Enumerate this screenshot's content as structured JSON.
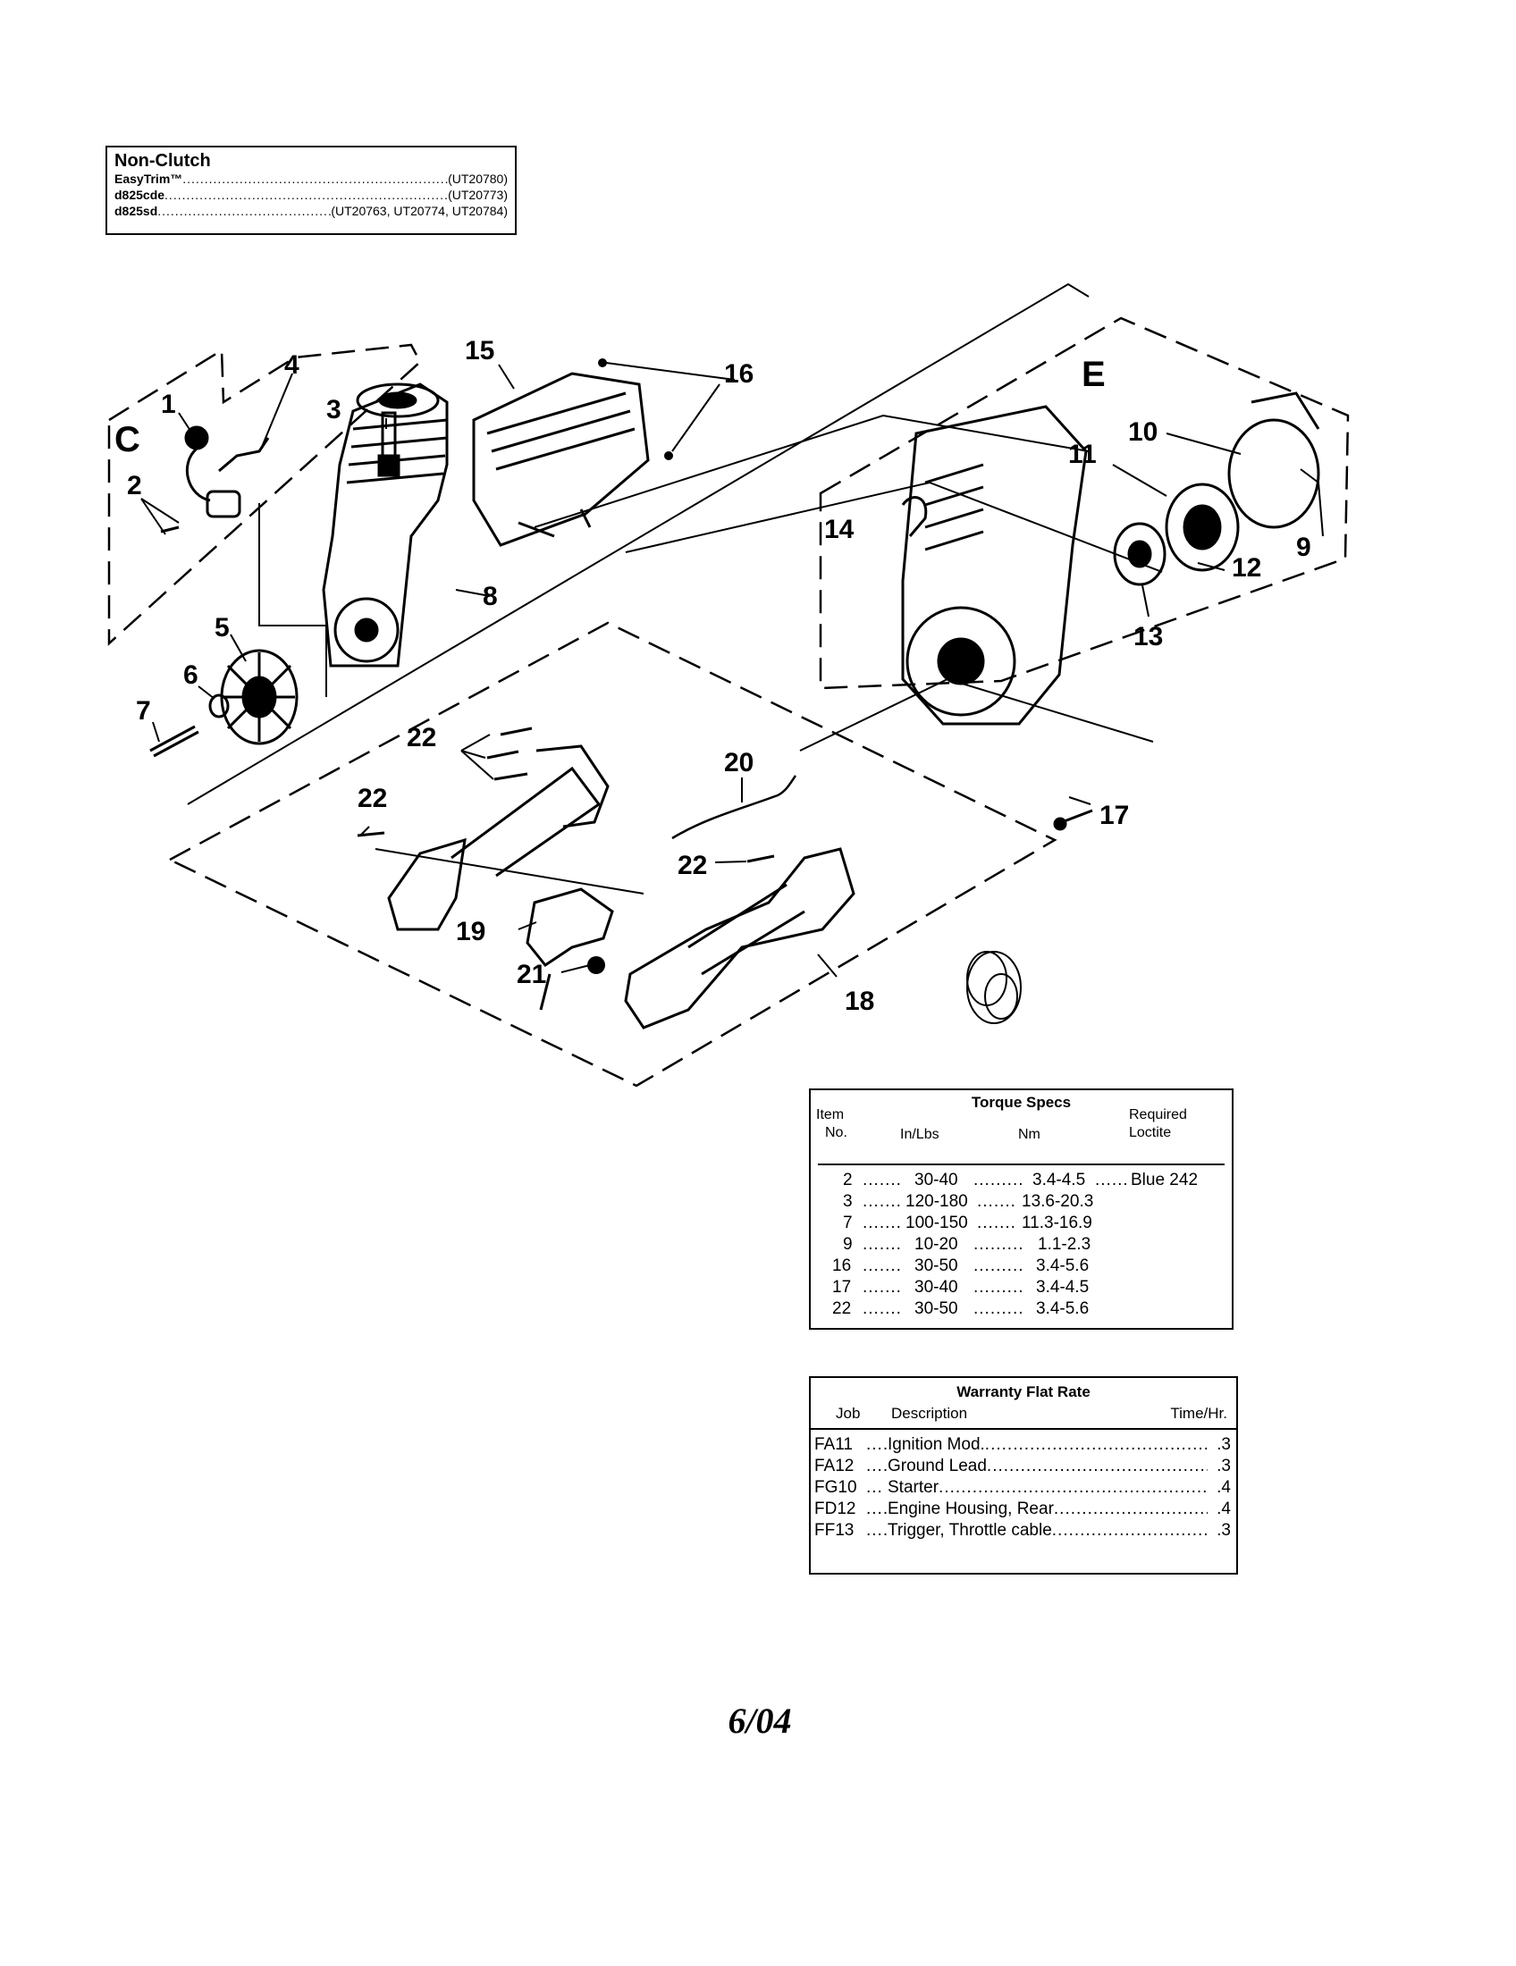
{
  "model_box": {
    "title": "Non-Clutch",
    "models": [
      {
        "name": "EasyTrim™",
        "codes": "(UT20780)"
      },
      {
        "name": "d825cde",
        "codes": "(UT20773)"
      },
      {
        "name": "d825sd",
        "codes": "(UT20763, UT20774, UT20784)"
      }
    ]
  },
  "diagram": {
    "sections": {
      "c": "C",
      "e": "E"
    },
    "callouts": {
      "p1": "1",
      "p2": "2",
      "p3": "3",
      "p4": "4",
      "p5": "5",
      "p6": "6",
      "p7": "7",
      "p8": "8",
      "p9": "9",
      "p10": "10",
      "p11": "11",
      "p12": "12",
      "p13": "13",
      "p14": "14",
      "p15": "15",
      "p16": "16",
      "p17": "17",
      "p18": "18",
      "p19": "19",
      "p20": "20",
      "p21": "21",
      "p22a": "22",
      "p22b": "22",
      "p22c": "22"
    }
  },
  "torque_specs": {
    "title": "Torque Specs",
    "headers": {
      "item_line1": "Item",
      "item_line2": "No.",
      "inlbs": "In/Lbs",
      "nm": "Nm",
      "loctite_line1": "Required",
      "loctite_line2": "Loctite"
    },
    "rows": [
      {
        "item": "2",
        "inlbs": "30-40",
        "nm": "3.4-4.5",
        "loctite": "Blue 242"
      },
      {
        "item": "3",
        "inlbs": "120-180",
        "nm": "13.6-20.3",
        "loctite": ""
      },
      {
        "item": "7",
        "inlbs": "100-150",
        "nm": "11.3-16.9",
        "loctite": ""
      },
      {
        "item": "9",
        "inlbs": "10-20",
        "nm": "1.1-2.3",
        "loctite": ""
      },
      {
        "item": "16",
        "inlbs": "30-50",
        "nm": "3.4-5.6",
        "loctite": ""
      },
      {
        "item": "17",
        "inlbs": "30-40",
        "nm": "3.4-4.5",
        "loctite": ""
      },
      {
        "item": "22",
        "inlbs": "30-50",
        "nm": "3.4-5.6",
        "loctite": ""
      }
    ]
  },
  "warranty": {
    "title": "Warranty Flat Rate",
    "headers": {
      "job": "Job",
      "description": "Description",
      "time": "Time/Hr."
    },
    "rows": [
      {
        "job": "FA11",
        "description": "Ignition Mod.",
        "time": ".3"
      },
      {
        "job": "FA12",
        "description": "Ground Lead",
        "time": ".3"
      },
      {
        "job": "FG10",
        "description": "Starter",
        "time": ".4"
      },
      {
        "job": "FD12",
        "description": "Engine Housing, Rear",
        "time": ".4"
      },
      {
        "job": "FF13",
        "description": "Trigger, Throttle cable",
        "time": ".3"
      }
    ]
  },
  "footer": {
    "date": "6/04"
  }
}
